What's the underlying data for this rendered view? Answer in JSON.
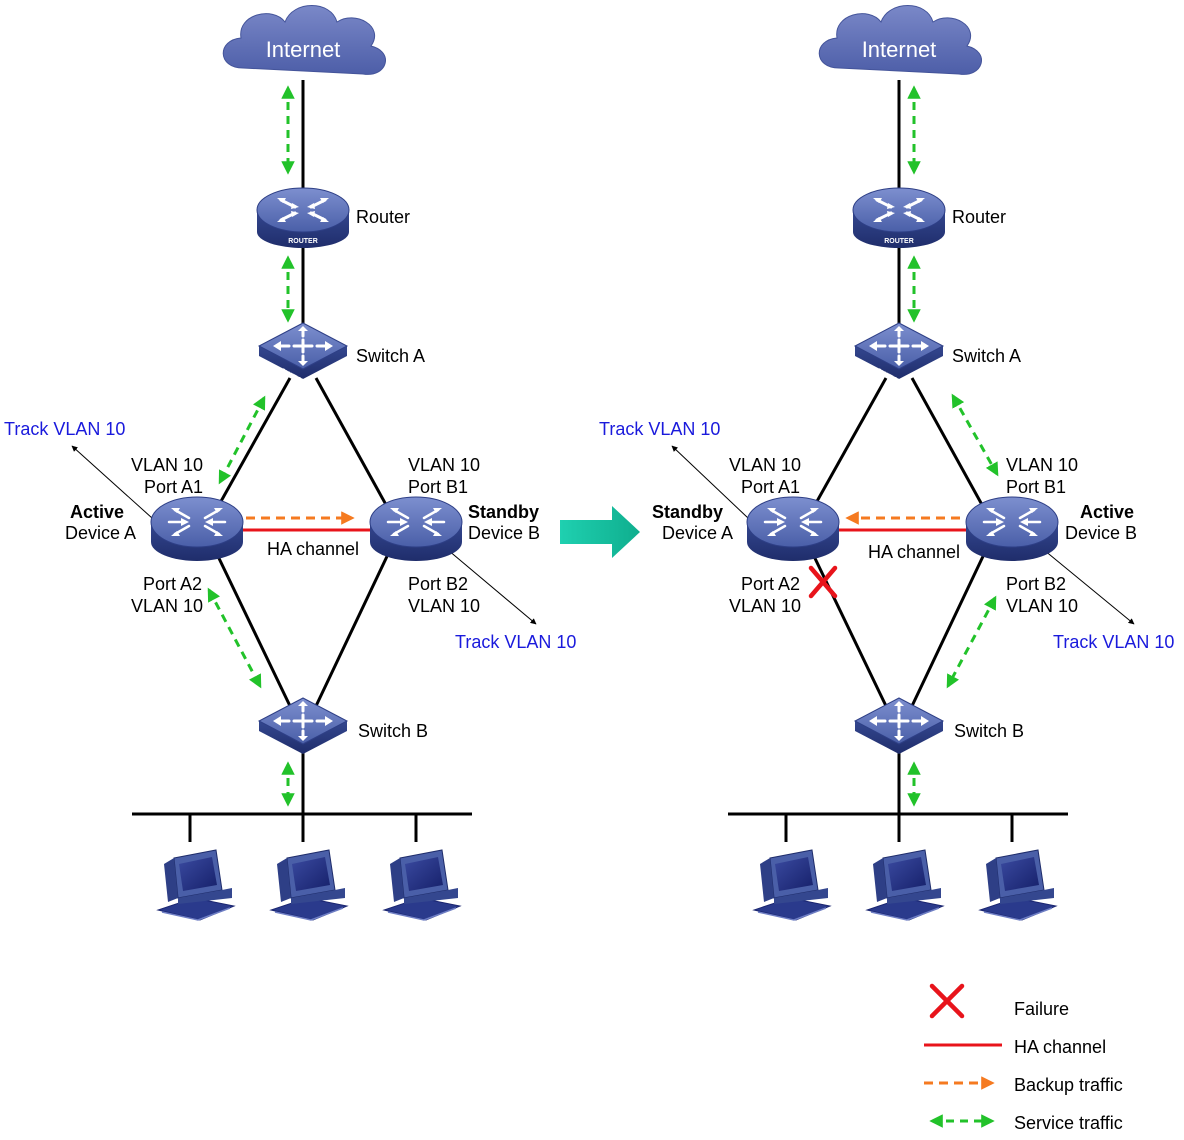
{
  "colors": {
    "device_blue": "#4a5fa8",
    "device_dark": "#2e3f86",
    "cloud": "#5f6fb6",
    "ha_channel": "#e8141b",
    "backup_traffic": "#f57a20",
    "service_traffic": "#22c22a",
    "track_text": "#1a1adc",
    "failure": "#e8141b",
    "transition_arrow": "#27c9a0"
  },
  "left": {
    "internet": "Internet",
    "router": "Router",
    "router_badge": "ROUTER",
    "switch_a": "Switch A",
    "switch_b": "Switch B",
    "switch_badge": "SWITCH",
    "track_a": "Track VLAN 10",
    "track_b": "Track VLAN 10",
    "a1_vlan": "VLAN 10",
    "a1_port": "Port A1",
    "a2_port": "Port A2",
    "a2_vlan": "VLAN 10",
    "b1_vlan": "VLAN 10",
    "b1_port": "Port B1",
    "b2_port": "Port B2",
    "b2_vlan": "VLAN 10",
    "device_a_role": "Active",
    "device_a_name": "Device A",
    "device_b_role": "Standby",
    "device_b_name": "Device B",
    "ha_channel": "HA channel"
  },
  "right": {
    "internet": "Internet",
    "router": "Router",
    "router_badge": "ROUTER",
    "switch_a": "Switch A",
    "switch_b": "Switch B",
    "switch_badge": "SWITCH",
    "track_a": "Track VLAN 10",
    "track_b": "Track VLAN 10",
    "a1_vlan": "VLAN 10",
    "a1_port": "Port A1",
    "a2_port": "Port A2",
    "a2_vlan": "VLAN 10",
    "b1_vlan": "VLAN 10",
    "b1_port": "Port B1",
    "b2_port": "Port B2",
    "b2_vlan": "VLAN 10",
    "device_a_role": "Standby",
    "device_a_name": "Device A",
    "device_b_role": "Active",
    "device_b_name": "Device B",
    "ha_channel": "HA channel"
  },
  "legend": {
    "failure": "Failure",
    "ha_channel": "HA channel",
    "backup_traffic": "Backup traffic",
    "service_traffic": "Service traffic"
  }
}
